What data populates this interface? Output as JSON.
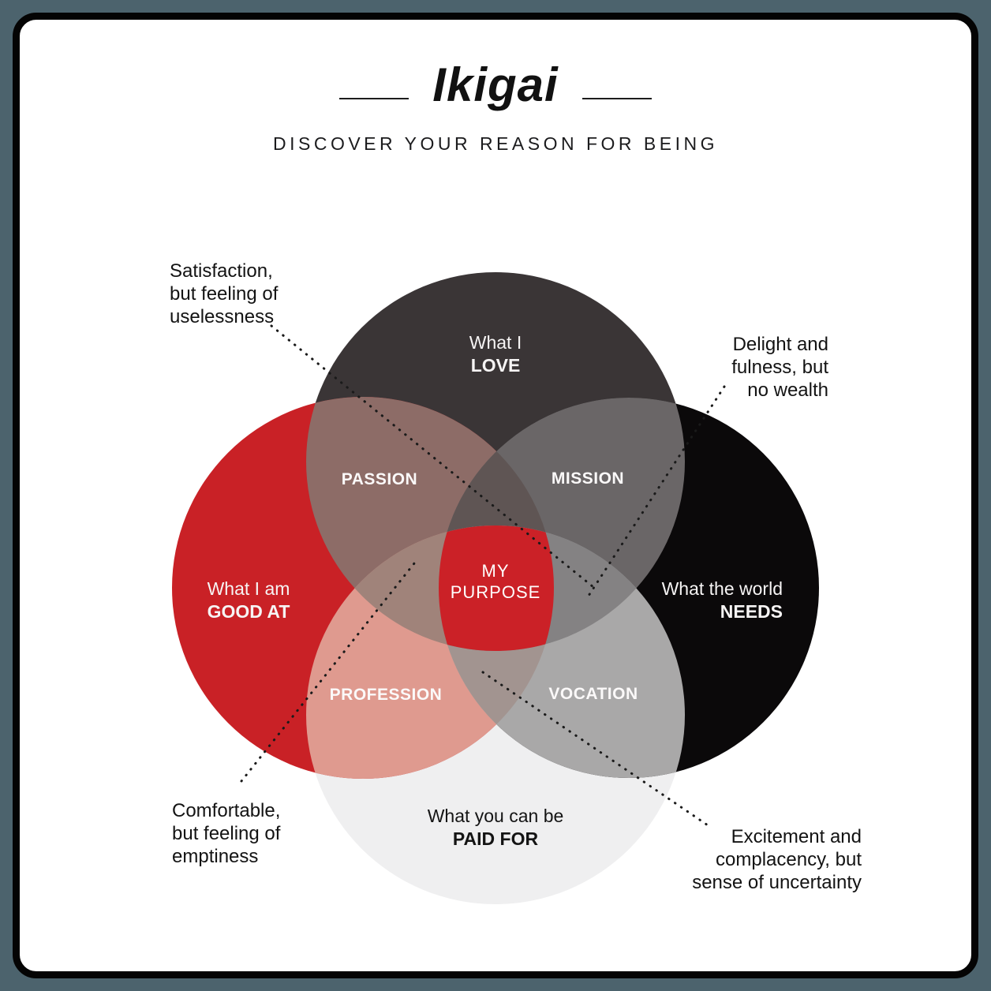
{
  "page": {
    "background_color": "#4c636d",
    "card_background": "#ffffff",
    "card_border_color": "#040404"
  },
  "header": {
    "title": "Ikigai",
    "subtitle": "DISCOVER YOUR REASON FOR BEING"
  },
  "circles": {
    "love": {
      "line1": "What I",
      "line2": "LOVE",
      "color": "#3a3536"
    },
    "good_at": {
      "line1": "What I am",
      "line2": "GOOD AT",
      "color": "#c92126"
    },
    "needs": {
      "line1": "What the world",
      "line2": "NEEDS",
      "color": "#0b090a"
    },
    "paid_for": {
      "line1": "What you can be",
      "line2": "PAID FOR",
      "color": "#efeff0"
    }
  },
  "overlaps": {
    "passion": {
      "label": "PASSION",
      "color": "#8d6c67"
    },
    "mission": {
      "label": "MISSION",
      "color": "#6a6667"
    },
    "profession": {
      "label": "PROFESSION",
      "color": "#df9a8f"
    },
    "vocation": {
      "label": "VOCATION",
      "color": "#a9a8a8"
    },
    "center": {
      "line1": "MY",
      "line2": "PURPOSE",
      "color": "#cb2127"
    }
  },
  "blend_colors": {
    "north_wedge": "#5f5554",
    "south_wedge": "#a29490",
    "west_wedge": "#a0837a",
    "east_wedge": "#848283",
    "connector_color": "#1a1a1a"
  },
  "annotations": {
    "top_left": {
      "lines": [
        "Satisfaction,",
        "but feeling of",
        "uselessness"
      ]
    },
    "top_right": {
      "lines": [
        "Delight and",
        "fulness, but",
        "no wealth"
      ]
    },
    "bottom_left": {
      "lines": [
        "Comfortable,",
        "but feeling of",
        "emptiness"
      ]
    },
    "bottom_right": {
      "lines": [
        "Excitement and",
        "complacency, but",
        "sense of uncertainty"
      ]
    }
  }
}
